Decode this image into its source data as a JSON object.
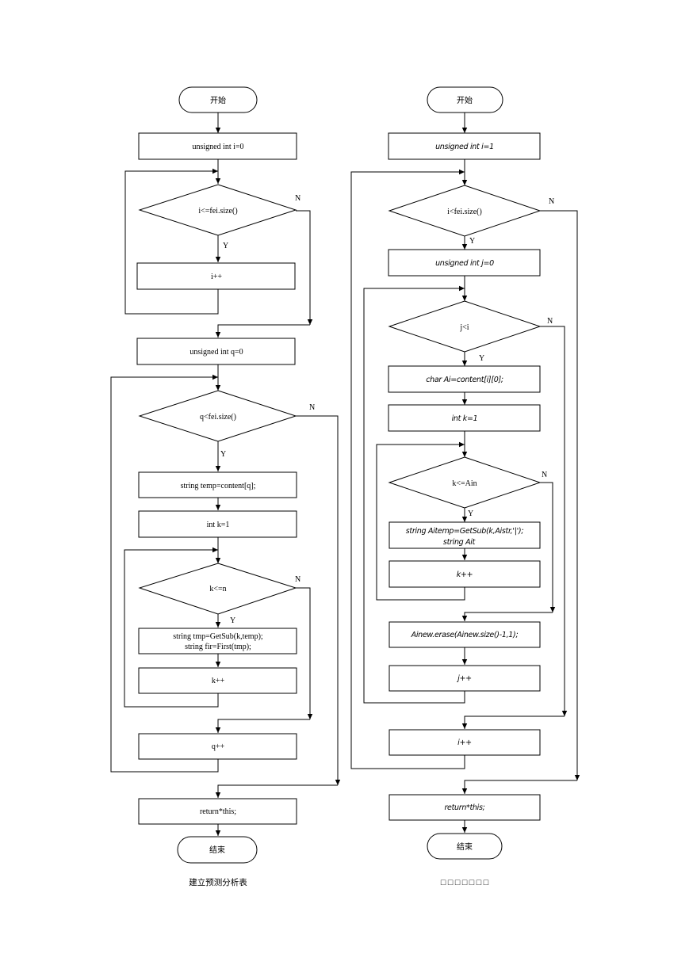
{
  "left": {
    "start": "开始",
    "init_i": "unsigned int i=0",
    "cond_i": "i<=fei.size()",
    "inc_i": "i++",
    "init_q": "unsigned int q=0",
    "cond_q": "q<fei.size()",
    "temp": "string temp=content[q];",
    "init_k": "int k=1",
    "cond_k": "k<=n",
    "tmp_line1": "string tmp=GetSub(k,temp);",
    "tmp_line2": "string fir=First(tmp);",
    "inc_k": "k++",
    "inc_q": "q++",
    "ret": "return*this;",
    "end": "结束",
    "caption": "建立预测分析表",
    "yes": "Y",
    "no": "N"
  },
  "right": {
    "start": "开始",
    "init_i": "unsigned int i=1",
    "cond_i": "i<fei.size()",
    "init_j": "unsigned int j=0",
    "cond_j": "j<i",
    "char_ai": "char Ai=content[i][0];",
    "init_k": "int k=1",
    "cond_k": "k<=Ain",
    "aitemp_line1": "string Aitemp=GetSub(k,Aistr,'|');",
    "aitemp_line2": "string Ait",
    "inc_k": "k++",
    "erase": "Ainew.erase(Ainew.size()-1,1);",
    "inc_j": "j++",
    "inc_i": "i++",
    "ret": "return*this;",
    "end": "结束",
    "caption": "□ □ □ □ □ □ □",
    "yes": "Y",
    "no": "N"
  }
}
